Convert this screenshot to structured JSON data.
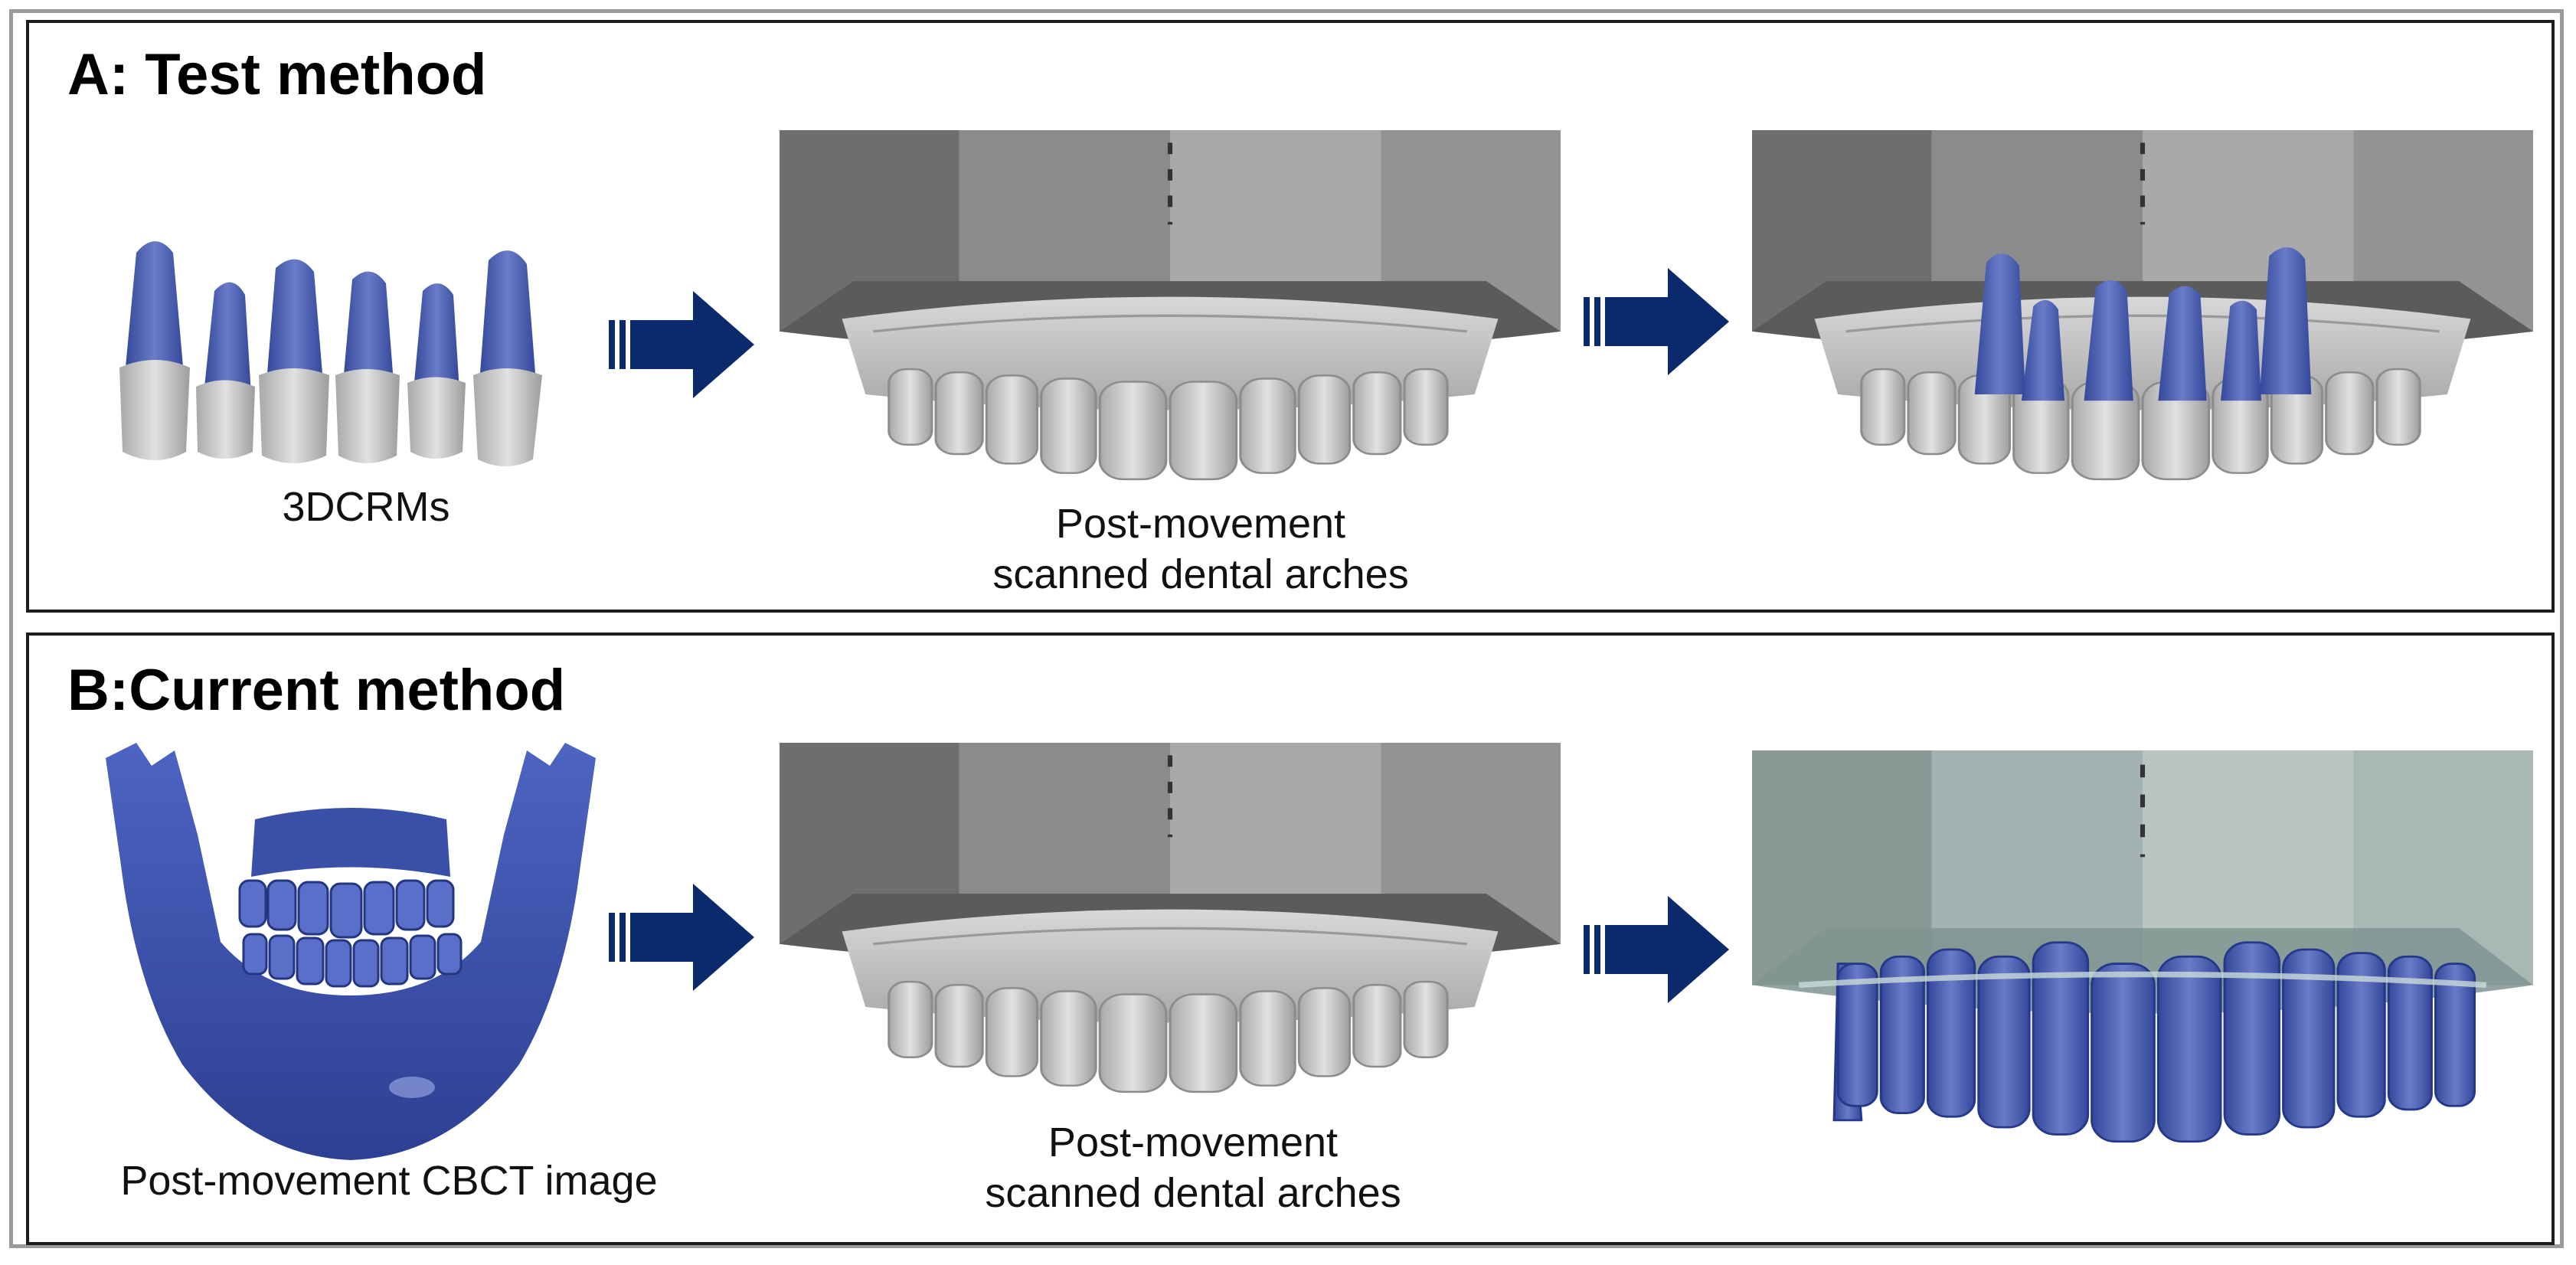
{
  "panel_a": {
    "title": "A: Test method",
    "caption_left": "3DCRMs",
    "caption_mid_line1": "Post-movement",
    "caption_mid_line2": "scanned dental arches"
  },
  "panel_b": {
    "title": "B:Current method",
    "caption_left": "Post-movement CBCT image",
    "caption_mid_line1": "Post-movement",
    "caption_mid_line2": "scanned dental arches"
  },
  "colors": {
    "arrow": "#0b2a6e",
    "tooth_blue": "#4d5fb0",
    "tooth_grey": "#c9c9c9",
    "base_grey": "#8e8e8e"
  },
  "icons": [
    "teeth-models",
    "dental-arch-scan",
    "mandible-cbct",
    "right-arrow"
  ]
}
